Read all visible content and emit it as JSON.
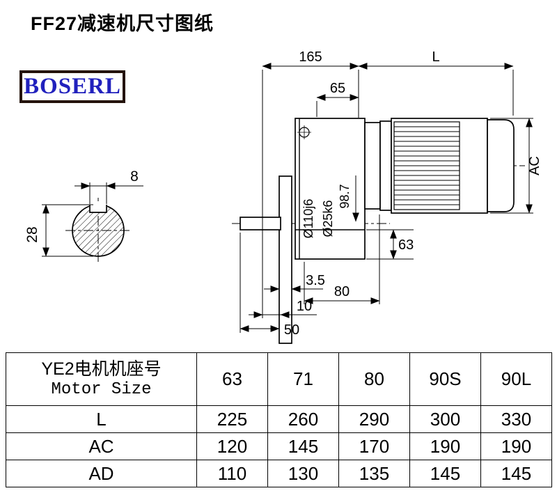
{
  "page": {
    "title": "FF27减速机尺寸图纸",
    "brand": "BOSERL"
  },
  "drawing": {
    "dims": {
      "housing_length": "165",
      "motor_length": "L",
      "input_width": "65",
      "motor_height": "AC",
      "center_height": "98.7",
      "flange_spigot": "Ø110j6",
      "shaft_dia": "Ø25k6",
      "foot_height": "63",
      "flange_lip": "3.5",
      "housing_bottom": "80",
      "shaft_step": "10",
      "shaft_length": "50",
      "key_width": "8",
      "key_section": "28"
    }
  },
  "table": {
    "header_title_cn": "YE2电机机座号",
    "header_title_en": "Motor Size",
    "columns": [
      "63",
      "71",
      "80",
      "90S",
      "90L"
    ],
    "rows": [
      {
        "label": "L",
        "values": [
          "225",
          "260",
          "290",
          "300",
          "330"
        ]
      },
      {
        "label": "AC",
        "values": [
          "120",
          "145",
          "170",
          "190",
          "190"
        ]
      },
      {
        "label": "AD",
        "values": [
          "110",
          "130",
          "135",
          "145",
          "145"
        ]
      }
    ]
  }
}
